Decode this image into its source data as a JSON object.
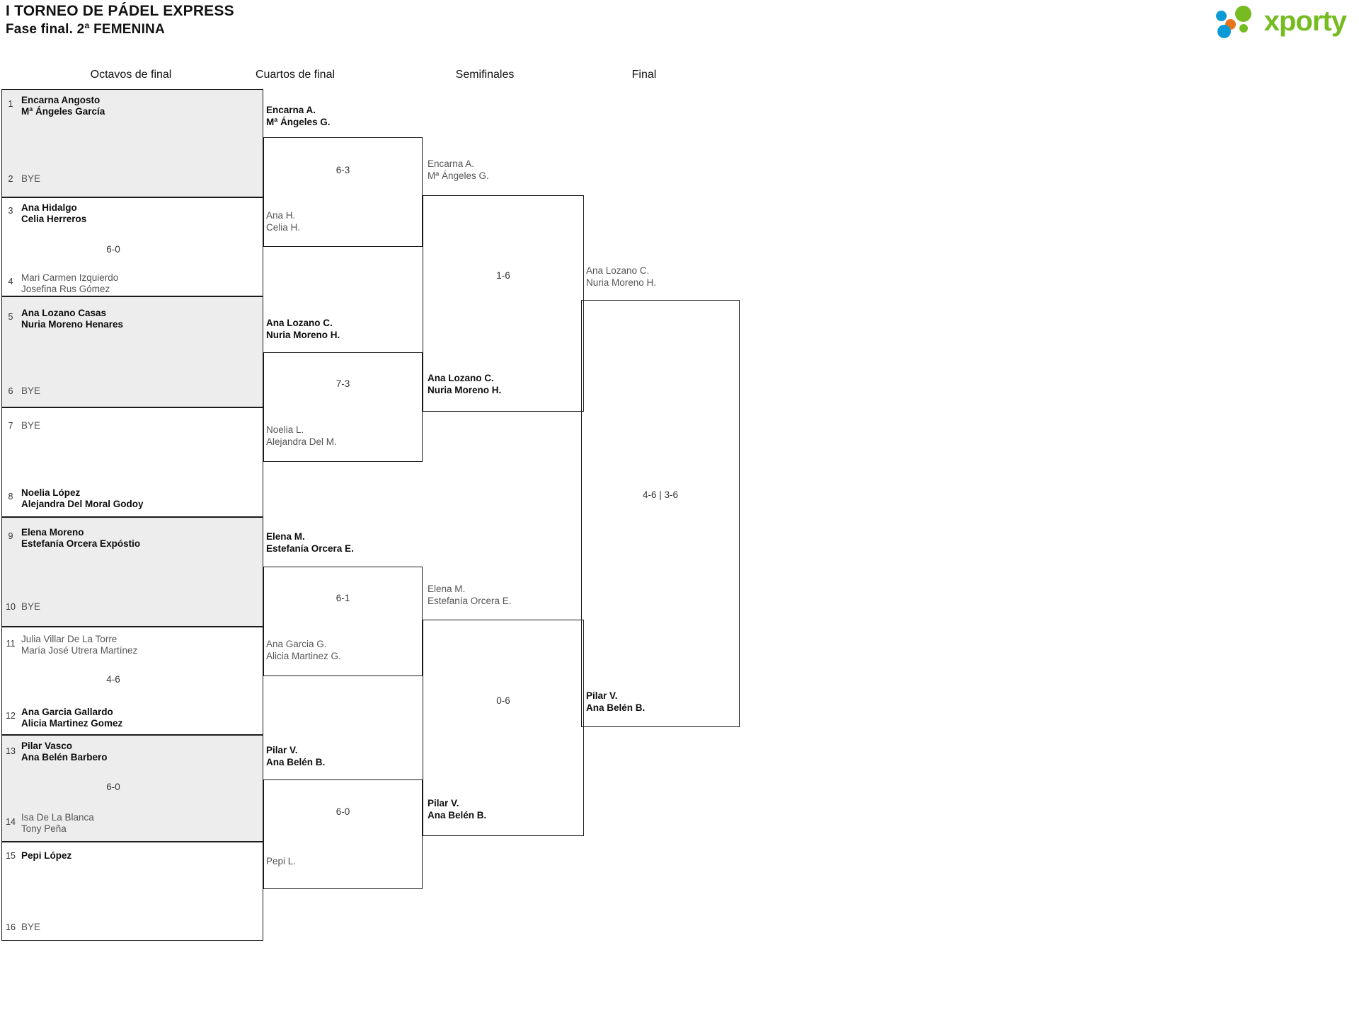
{
  "header": {
    "title_line1": "I TORNEO DE PÁDEL EXPRESS",
    "title_line2": "Fase final. 2ª FEMENINA",
    "logo": {
      "word": "xporty",
      "colors": {
        "green": "#76bc21",
        "blue": "#0b9ad6",
        "orange": "#e8741a"
      },
      "dots": [
        "blue-dot",
        "orange-dot",
        "green-dot-large",
        "green-dot-small",
        "blue-dot-large"
      ]
    }
  },
  "rounds": [
    {
      "id": "octavos",
      "label": "Octavos de final"
    },
    {
      "id": "cuartos",
      "label": "Cuartos de final"
    },
    {
      "id": "semifinales",
      "label": "Semifinales"
    },
    {
      "id": "final",
      "label": "Final"
    }
  ],
  "bracket": {
    "octavos": [
      {
        "match": 1,
        "shaded": true,
        "top": {
          "seed": "1",
          "line1": "Encarna Angosto",
          "line2": "Mª Ángeles García",
          "result": "win"
        },
        "bottom": {
          "seed": "2",
          "line1": "BYE",
          "line2": "",
          "result": "bye"
        },
        "score": ""
      },
      {
        "match": 2,
        "shaded": false,
        "top": {
          "seed": "3",
          "line1": "Ana Hidalgo",
          "line2": "Celia Herreros",
          "result": "win"
        },
        "bottom": {
          "seed": "4",
          "line1": "Mari Carmen Izquierdo",
          "line2": "Josefina Rus Gómez",
          "result": "lose"
        },
        "score": "6-0"
      },
      {
        "match": 3,
        "shaded": true,
        "top": {
          "seed": "5",
          "line1": "Ana Lozano Casas",
          "line2": "Nuria Moreno Henares",
          "result": "win"
        },
        "bottom": {
          "seed": "6",
          "line1": "BYE",
          "line2": "",
          "result": "bye"
        },
        "score": ""
      },
      {
        "match": 4,
        "shaded": false,
        "top": {
          "seed": "7",
          "line1": "BYE",
          "line2": "",
          "result": "bye"
        },
        "bottom": {
          "seed": "8",
          "line1": "Noelia López",
          "line2": "Alejandra Del Moral Godoy",
          "result": "win"
        },
        "score": ""
      },
      {
        "match": 5,
        "shaded": true,
        "top": {
          "seed": "9",
          "line1": "Elena Moreno",
          "line2": "Estefanía Orcera Expóstio",
          "result": "win"
        },
        "bottom": {
          "seed": "10",
          "line1": "BYE",
          "line2": "",
          "result": "bye"
        },
        "score": ""
      },
      {
        "match": 6,
        "shaded": false,
        "top": {
          "seed": "11",
          "line1": "Julia Villar De La Torre",
          "line2": "María José Utrera Martínez",
          "result": "lose"
        },
        "bottom": {
          "seed": "12",
          "line1": "Ana Garcia Gallardo",
          "line2": "Alicia Martinez Gomez",
          "result": "win"
        },
        "score": "4-6"
      },
      {
        "match": 7,
        "shaded": true,
        "top": {
          "seed": "13",
          "line1": "Pilar Vasco",
          "line2": "Ana Belén Barbero",
          "result": "win"
        },
        "bottom": {
          "seed": "14",
          "line1": "Isa De La Blanca",
          "line2": "Tony Peña",
          "result": "lose"
        },
        "score": "6-0"
      },
      {
        "match": 8,
        "shaded": false,
        "top": {
          "seed": "15",
          "line1": "Pepi López",
          "line2": "",
          "result": "win"
        },
        "bottom": {
          "seed": "16",
          "line1": "BYE",
          "line2": "",
          "result": "bye"
        },
        "score": ""
      }
    ],
    "cuartos": [
      {
        "match": 1,
        "top": {
          "line1": "Encarna A.",
          "line2": "Mª Ángeles G.",
          "result": "win"
        },
        "bottom": {
          "line1": "Ana H.",
          "line2": "Celia H.",
          "result": "lose"
        },
        "score": "6-3"
      },
      {
        "match": 2,
        "top": {
          "line1": "Ana Lozano C.",
          "line2": "Nuria Moreno H.",
          "result": "win"
        },
        "bottom": {
          "line1": "Noelia L.",
          "line2": "Alejandra Del M.",
          "result": "lose"
        },
        "score": "7-3"
      },
      {
        "match": 3,
        "top": {
          "line1": "Elena M.",
          "line2": "Estefanía Orcera E.",
          "result": "win"
        },
        "bottom": {
          "line1": "Ana Garcia G.",
          "line2": "Alicia Martinez G.",
          "result": "lose"
        },
        "score": "6-1"
      },
      {
        "match": 4,
        "top": {
          "line1": "Pilar V.",
          "line2": "Ana Belén B.",
          "result": "win"
        },
        "bottom": {
          "line1": "Pepi L.",
          "line2": "",
          "result": "lose"
        },
        "score": "6-0"
      }
    ],
    "semifinales": [
      {
        "match": 1,
        "top": {
          "line1": "Encarna A.",
          "line2": "Mª Ángeles G.",
          "result": "lose"
        },
        "bottom": {
          "line1": "Ana Lozano C.",
          "line2": "Nuria Moreno H.",
          "result": "win"
        },
        "score": "1-6"
      },
      {
        "match": 2,
        "top": {
          "line1": "Elena M.",
          "line2": "Estefanía Orcera E.",
          "result": "lose"
        },
        "bottom": {
          "line1": "Pilar V.",
          "line2": "Ana Belén B.",
          "result": "win"
        },
        "score": "0-6"
      }
    ],
    "final": [
      {
        "match": 1,
        "top": {
          "line1": "Ana Lozano C.",
          "line2": "Nuria Moreno H.",
          "result": "lose"
        },
        "bottom": {
          "line1": "Pilar V.",
          "line2": "Ana Belén B.",
          "result": "win"
        },
        "score": "4-6 | 3-6"
      }
    ]
  }
}
